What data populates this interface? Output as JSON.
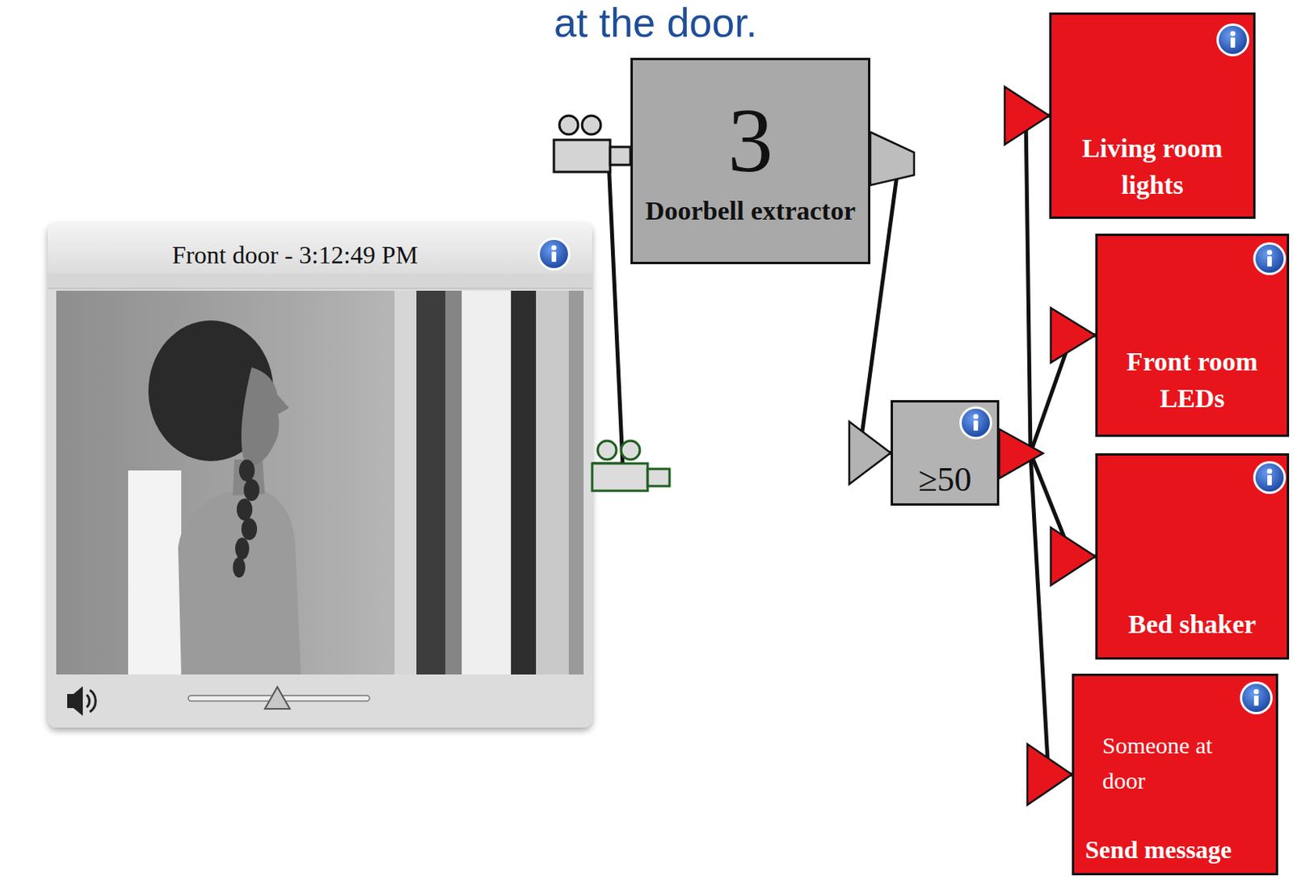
{
  "diagram": {
    "title": "at the door.",
    "nodes": [
      {
        "text": [
          "Front door - 3:12:49 PM"
        ]
      },
      {
        "text": [
          "3",
          "Doorbell extractor"
        ]
      },
      {
        "text": [
          "≥50"
        ]
      },
      {
        "text": [
          "Living room lights"
        ]
      },
      {
        "text": [
          "Front room LEDs"
        ]
      },
      {
        "text": [
          "Bed shaker"
        ]
      },
      {
        "text": [
          "Someone at door",
          "Send message"
        ]
      }
    ],
    "edges": [
      {
        "from": 0,
        "to": 1,
        "arrow": "none"
      },
      {
        "from": 1,
        "to": 2,
        "arrow": "to"
      },
      {
        "from": 2,
        "to": 3,
        "arrow": "to"
      },
      {
        "from": 2,
        "to": 4,
        "arrow": "to"
      },
      {
        "from": 2,
        "to": 5,
        "arrow": "to"
      },
      {
        "from": 2,
        "to": 6,
        "arrow": "to"
      }
    ]
  }
}
